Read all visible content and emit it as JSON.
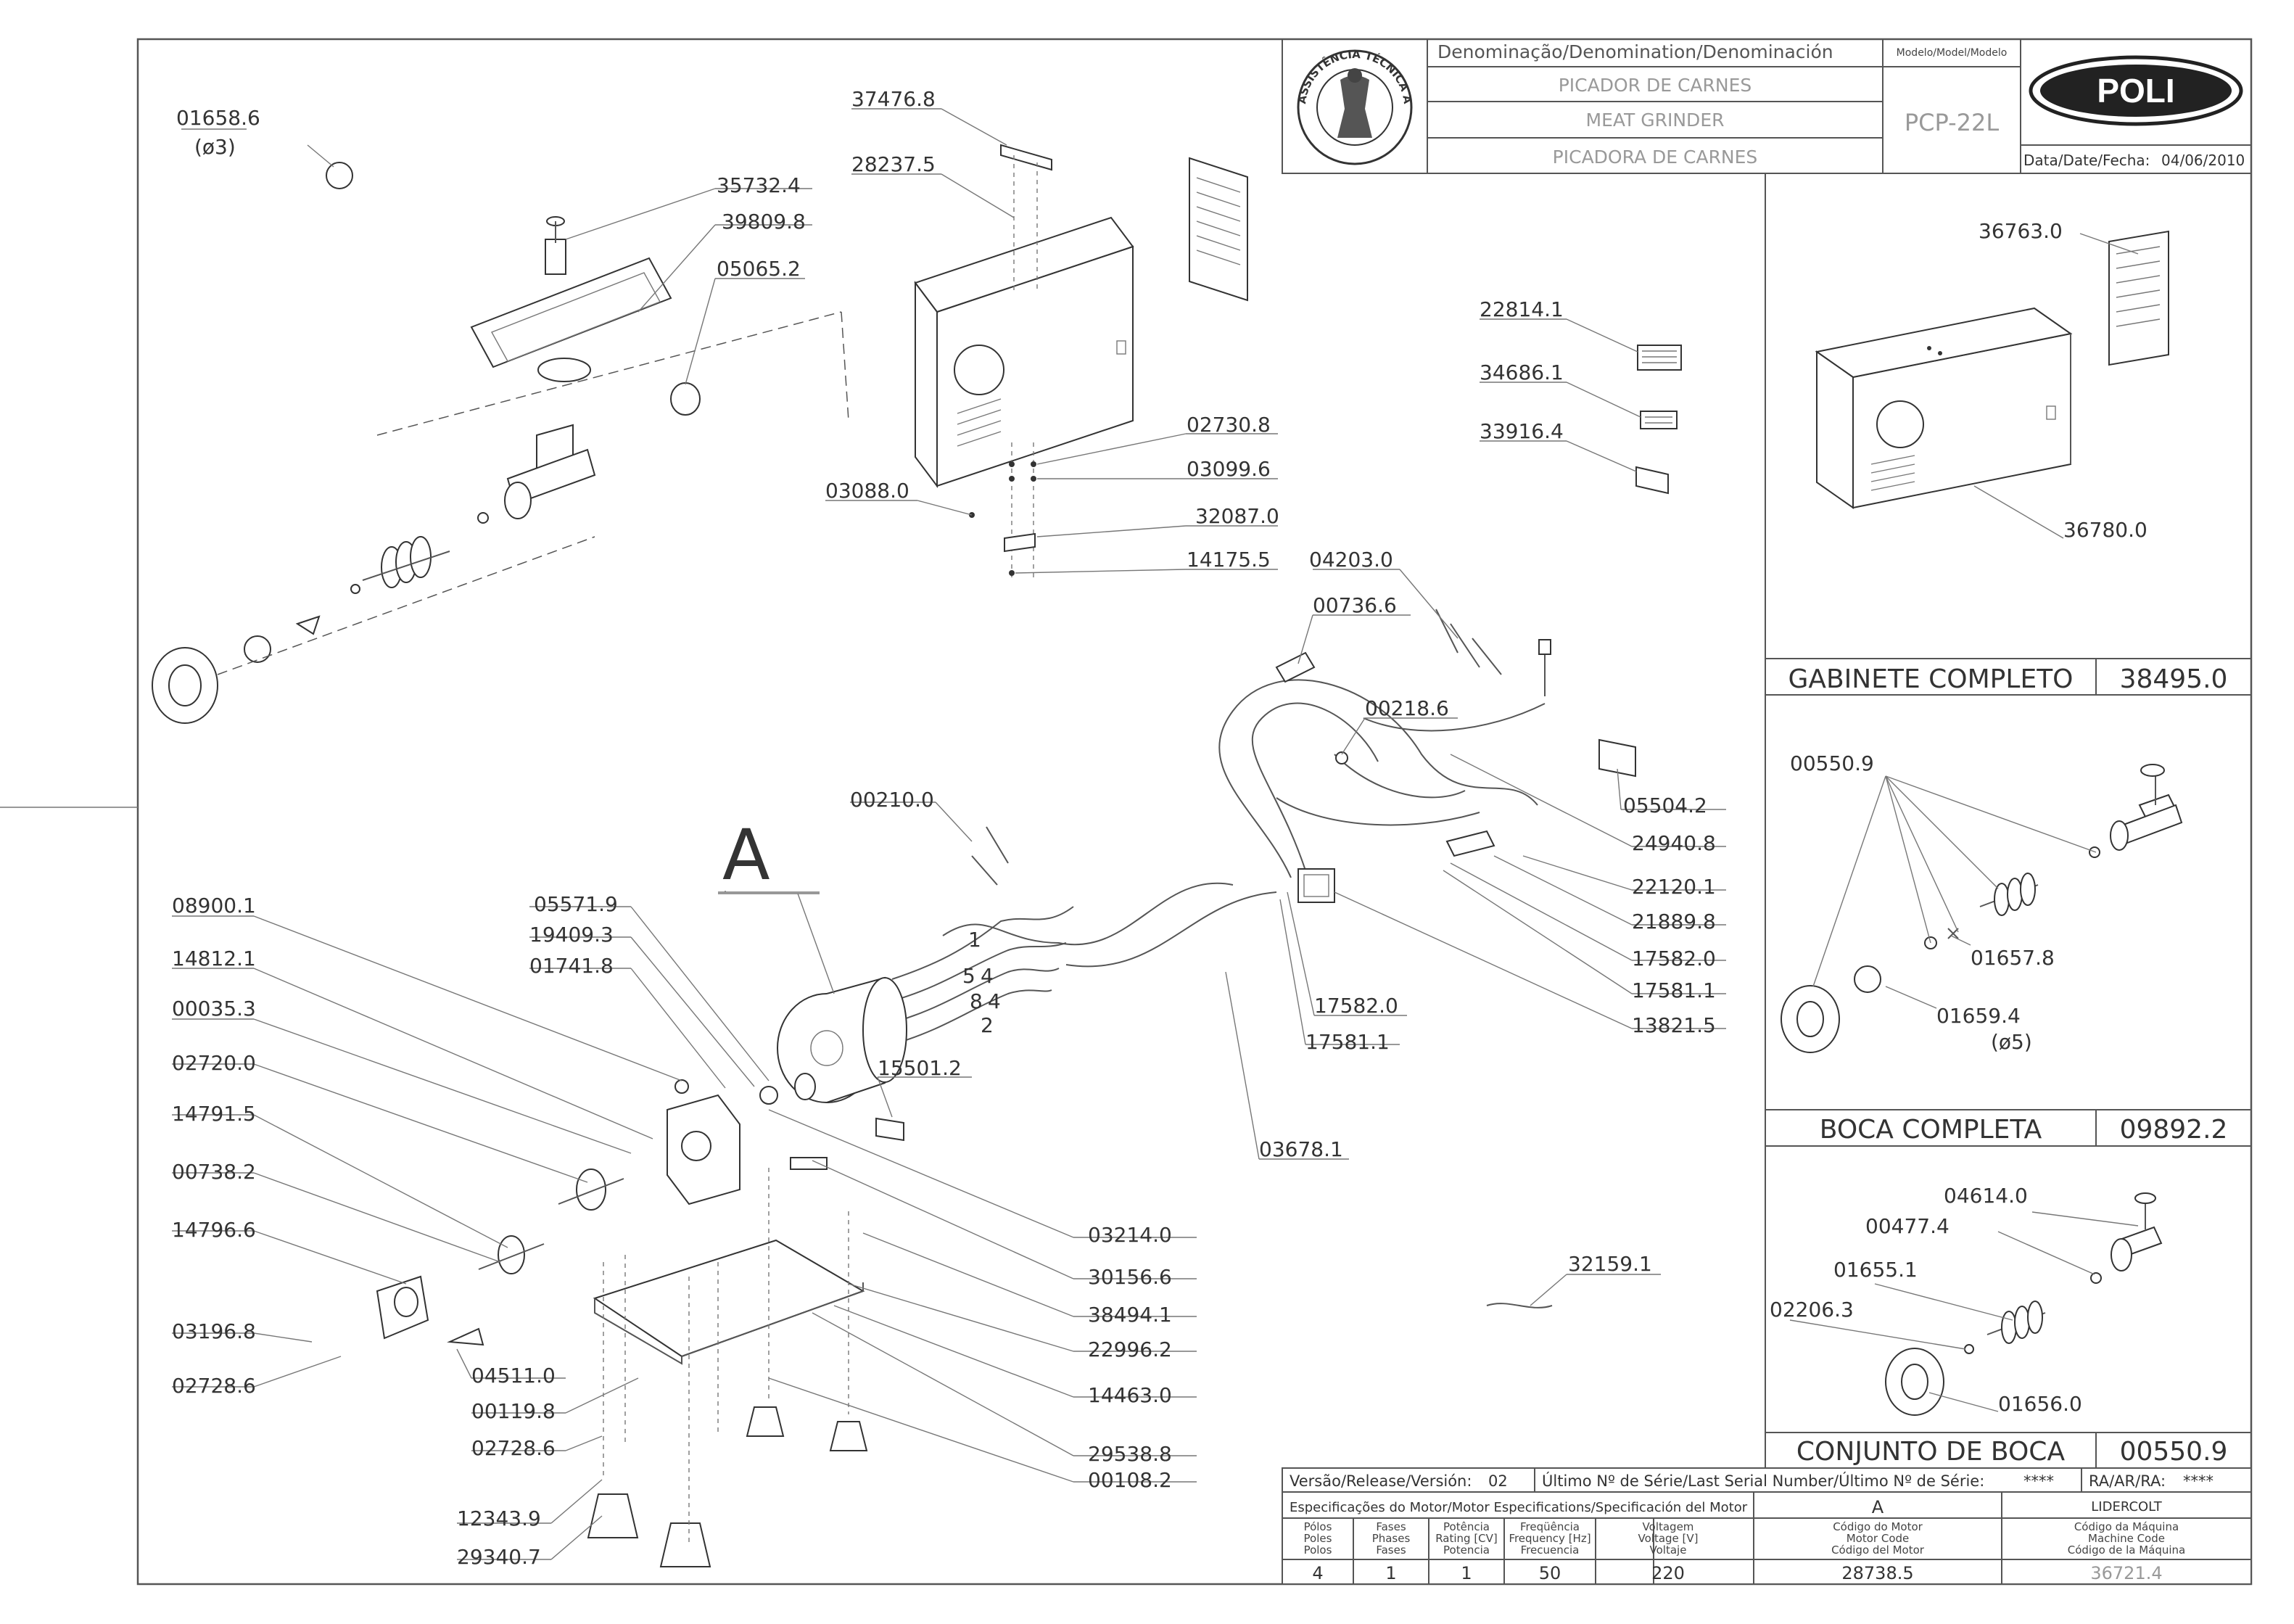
{
  "title_block": {
    "denomination_header": "Denominação/Denomination/Denominación",
    "name_pt": "PICADOR DE CARNES",
    "name_en": "MEAT GRINDER",
    "name_es": "PICADORA DE CARNES",
    "model_header": "Modelo/Model/Modelo",
    "model": "PCP-22L",
    "date_label": "Data/Date/Fecha:",
    "date": "04/06/2010",
    "brand": "POLI",
    "seal_text": "ASSISTÊNCIA TÉCNICA AUTORIZADA"
  },
  "main_labels": [
    {
      "id": "p1",
      "text": "01658.6"
    },
    {
      "id": "p1b",
      "text": "(ø3)"
    },
    {
      "id": "p2",
      "text": "35732.4"
    },
    {
      "id": "p3",
      "text": "39809.8"
    },
    {
      "id": "p4",
      "text": "05065.2"
    },
    {
      "id": "p5",
      "text": "37476.8"
    },
    {
      "id": "p6",
      "text": "28237.5"
    },
    {
      "id": "p7",
      "text": "02730.8"
    },
    {
      "id": "p8",
      "text": "03099.6"
    },
    {
      "id": "p9",
      "text": "03088.0"
    },
    {
      "id": "p10",
      "text": "32087.0"
    },
    {
      "id": "p11",
      "text": "14175.5"
    },
    {
      "id": "p12",
      "text": "22814.1"
    },
    {
      "id": "p13",
      "text": "34686.1"
    },
    {
      "id": "p14",
      "text": "33916.4"
    },
    {
      "id": "p15",
      "text": "04203.0"
    },
    {
      "id": "p16",
      "text": "00736.6"
    },
    {
      "id": "p17",
      "text": "00218.6"
    },
    {
      "id": "p18",
      "text": "05504.2"
    },
    {
      "id": "p19",
      "text": "24940.8"
    },
    {
      "id": "p20",
      "text": "22120.1"
    },
    {
      "id": "p21",
      "text": "21889.8"
    },
    {
      "id": "p22",
      "text": "17582.0"
    },
    {
      "id": "p23",
      "text": "17581.1"
    },
    {
      "id": "p24",
      "text": "13821.5"
    },
    {
      "id": "p25",
      "text": "17582.0"
    },
    {
      "id": "p26",
      "text": "17581.1"
    },
    {
      "id": "p27",
      "text": "00210.0"
    },
    {
      "id": "p28",
      "text": "A"
    },
    {
      "id": "p29",
      "text": "05571.9"
    },
    {
      "id": "p30",
      "text": "19409.3"
    },
    {
      "id": "p31",
      "text": "01741.8"
    },
    {
      "id": "p32",
      "text": "08900.1"
    },
    {
      "id": "p33",
      "text": "14812.1"
    },
    {
      "id": "p34",
      "text": "00035.3"
    },
    {
      "id": "p35",
      "text": "02720.0"
    },
    {
      "id": "p36",
      "text": "14791.5"
    },
    {
      "id": "p37",
      "text": "00738.2"
    },
    {
      "id": "p38",
      "text": "14796.6"
    },
    {
      "id": "p39",
      "text": "03196.8"
    },
    {
      "id": "p40",
      "text": "02728.6"
    },
    {
      "id": "p41",
      "text": "04511.0"
    },
    {
      "id": "p42",
      "text": "00119.8"
    },
    {
      "id": "p43",
      "text": "02728.6"
    },
    {
      "id": "p44",
      "text": "12343.9"
    },
    {
      "id": "p45",
      "text": "29340.7"
    },
    {
      "id": "p46",
      "text": "15501.2"
    },
    {
      "id": "p47",
      "text": "03678.1"
    },
    {
      "id": "p48",
      "text": "03214.0"
    },
    {
      "id": "p49",
      "text": "30156.6"
    },
    {
      "id": "p50",
      "text": "38494.1"
    },
    {
      "id": "p51",
      "text": "22996.2"
    },
    {
      "id": "p52",
      "text": "14463.0"
    },
    {
      "id": "p53",
      "text": "29538.8"
    },
    {
      "id": "p54",
      "text": "00108.2"
    },
    {
      "id": "p55",
      "text": "32159.1"
    }
  ],
  "wire_numbers": [
    "1",
    "5",
    "4",
    "8",
    "4",
    "2"
  ],
  "cabinet_panel": {
    "labels": [
      "36763.0",
      "36780.0"
    ],
    "title": "GABINETE  COMPLETO",
    "code": "38495.0"
  },
  "mouth_panel": {
    "labels": [
      "00550.9",
      "01657.8",
      "01659.4",
      "(ø5)"
    ],
    "title": "BOCA  COMPLETA",
    "code": "09892.2"
  },
  "mouth_set_panel": {
    "labels": [
      "04614.0",
      "00477.4",
      "01655.1",
      "02206.3",
      "01656.0"
    ],
    "title": "CONJUNTO  DE  BOCA",
    "code": "00550.9"
  },
  "spec_table": {
    "version_label": "Versão/Release/Versión:",
    "version": "02",
    "serial_label": "Último Nº de Série/Last Serial Number/Último Nº de Série:",
    "serial": "****",
    "ra_label": "RA/AR/RA:",
    "ra": "****",
    "motor_spec_header": "Especificações do Motor/Motor Especifications/Specificación del Motor",
    "motor_letter": "A",
    "manufacturer": "LIDERCOLT",
    "columns": [
      {
        "h1": "Pólos",
        "h2": "Poles",
        "h3": "Polos",
        "value": "4"
      },
      {
        "h1": "Fases",
        "h2": "Phases",
        "h3": "Fases",
        "value": "1"
      },
      {
        "h1": "Potência",
        "h2": "Rating [CV]",
        "h3": "Potencia",
        "value": "1"
      },
      {
        "h1": "Freqüência",
        "h2": "Frequency [Hz]",
        "h3": "Frecuencia",
        "value": "50"
      },
      {
        "h1": "Voltagem",
        "h2": "Voltage [V]",
        "h3": "Voltaje",
        "value": "220"
      },
      {
        "h1": "Código do Motor",
        "h2": "Motor Code",
        "h3": "Código del Motor",
        "value": "28738.5"
      },
      {
        "h1": "Código da Máquina",
        "h2": "Machine Code",
        "h3": "Código de la Máquina",
        "value": "36721.4"
      }
    ]
  },
  "colors": {
    "line": "#555555",
    "text": "#333333",
    "faded": "#999999"
  }
}
